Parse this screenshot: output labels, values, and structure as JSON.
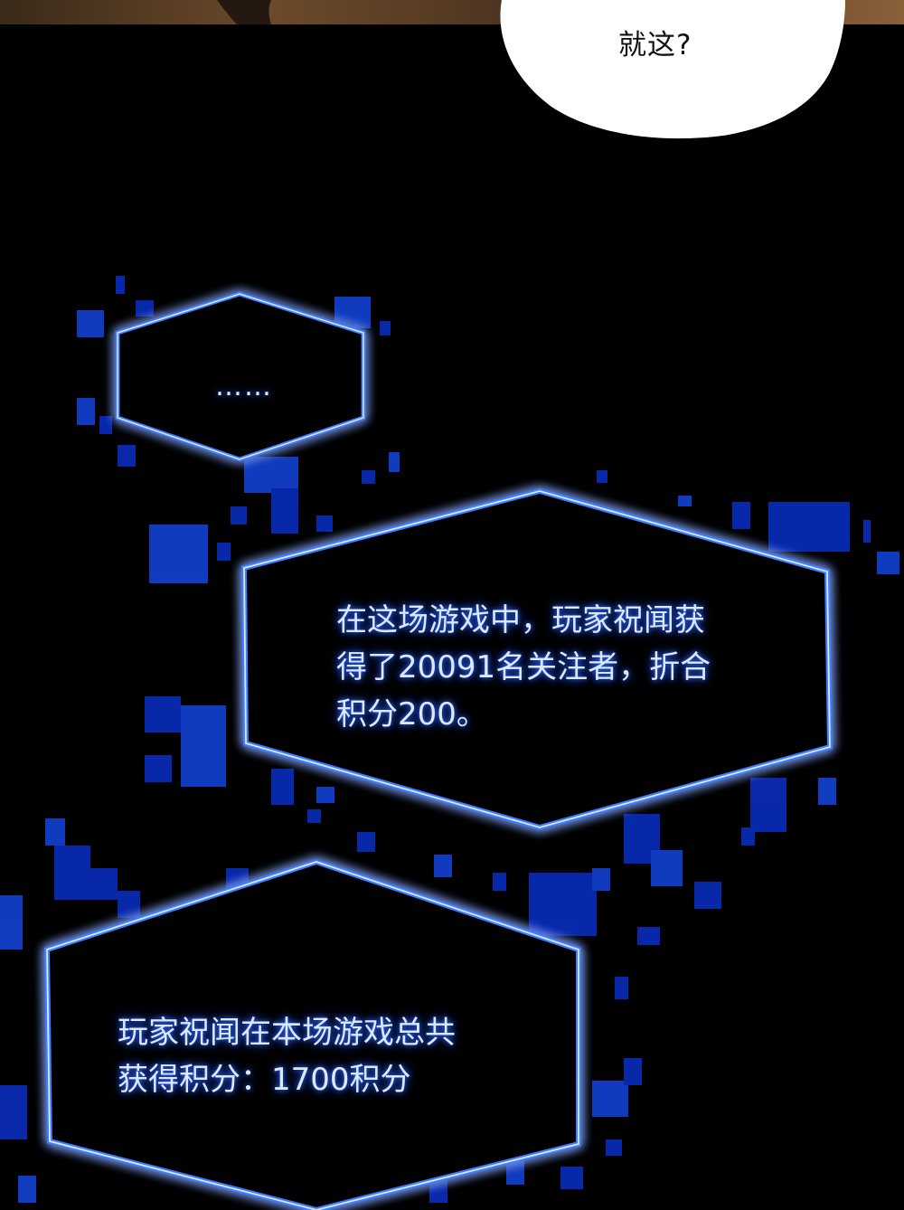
{
  "speech_bubble": {
    "text": "就这?"
  },
  "system_panels": [
    {
      "text": "……"
    },
    {
      "text": "在这场游戏中，玩家祝闻获\n得了20091名关注者，折合\n积分200。"
    },
    {
      "text": "玩家祝闻在本场游戏总共\n获得积分：1700积分"
    }
  ],
  "colors": {
    "background": "#000000",
    "glow": "#2f6bff",
    "pixel_blue": "#0a2fc8",
    "bubble": "#ffffff",
    "top_strip": "#6b4a2a"
  }
}
